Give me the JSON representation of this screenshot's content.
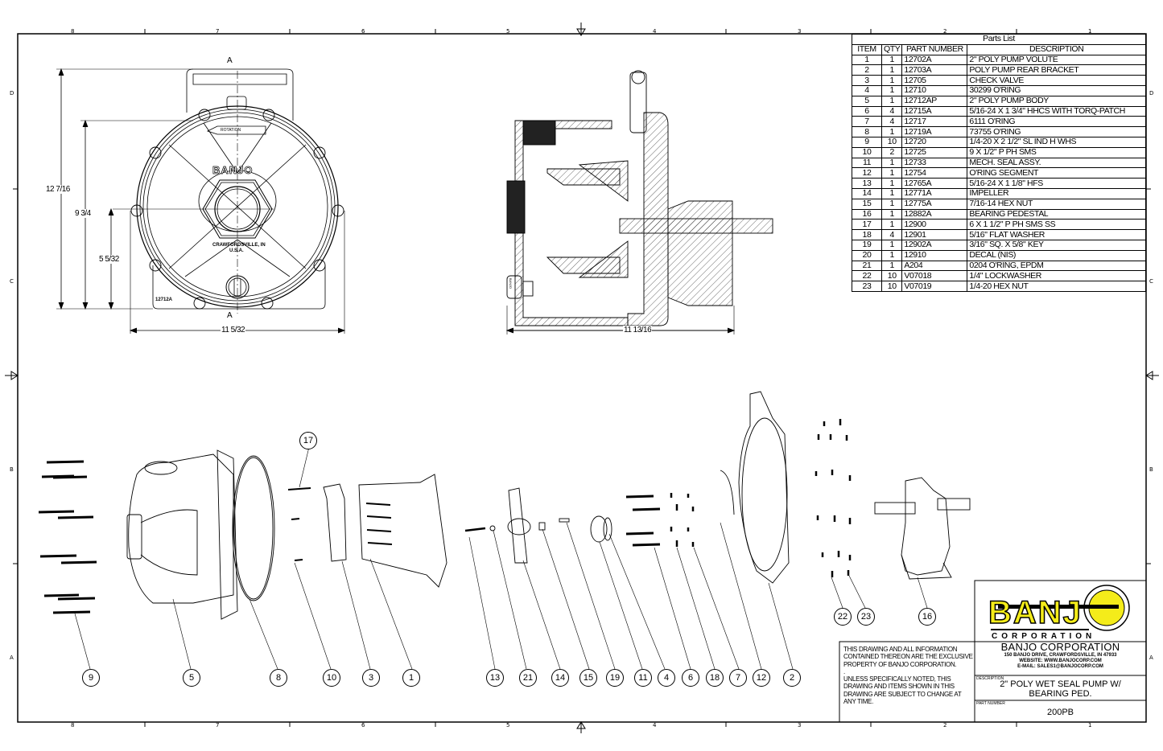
{
  "border": {
    "columns": [
      "8",
      "7",
      "6",
      "5",
      "4",
      "3",
      "2",
      "1"
    ],
    "rows": [
      "D",
      "C",
      "B",
      "A"
    ]
  },
  "front_view": {
    "section_label_top": "A",
    "section_label_bottom": "A",
    "dim_overall_height": "12 7/16",
    "dim_flange_height": "9 3/4",
    "dim_center_height": "5 5/32",
    "dim_width": "11 5/32",
    "casting_part_no": "12712A",
    "casting_logo": "BANJO",
    "casting_rotation": "ROTATION",
    "casting_location": "CRAWFORDSVILLE, IN",
    "casting_country": "U.S.A."
  },
  "section_view": {
    "dim_length": "11 13/16",
    "cap_label": "BANJO"
  },
  "parts_list": {
    "title": "Parts List",
    "headers": [
      "ITEM",
      "QTY",
      "PART NUMBER",
      "DESCRIPTION"
    ],
    "rows": [
      {
        "item": "1",
        "qty": "1",
        "part": "12702A",
        "desc": "2\" POLY PUMP VOLUTE"
      },
      {
        "item": "2",
        "qty": "1",
        "part": "12703A",
        "desc": "POLY PUMP REAR BRACKET"
      },
      {
        "item": "3",
        "qty": "1",
        "part": "12705",
        "desc": "CHECK VALVE"
      },
      {
        "item": "4",
        "qty": "1",
        "part": "12710",
        "desc": "30299 O'RING"
      },
      {
        "item": "5",
        "qty": "1",
        "part": "12712AP",
        "desc": "2\" POLY PUMP BODY"
      },
      {
        "item": "6",
        "qty": "4",
        "part": "12715A",
        "desc": "5/16-24 X 1 3/4\" HHCS WITH TORQ-PATCH"
      },
      {
        "item": "7",
        "qty": "4",
        "part": "12717",
        "desc": "6111 O'RING"
      },
      {
        "item": "8",
        "qty": "1",
        "part": "12719A",
        "desc": "73755 O'RING"
      },
      {
        "item": "9",
        "qty": "10",
        "part": "12720",
        "desc": "1/4-20 X 2 1/2\" SL IND H WHS"
      },
      {
        "item": "10",
        "qty": "2",
        "part": "12725",
        "desc": "9 X 1/2\" P PH SMS"
      },
      {
        "item": "11",
        "qty": "1",
        "part": "12733",
        "desc": "MECH. SEAL ASSY."
      },
      {
        "item": "12",
        "qty": "1",
        "part": "12754",
        "desc": "O'RING SEGMENT"
      },
      {
        "item": "13",
        "qty": "1",
        "part": "12765A",
        "desc": "5/16-24 X 1 1/8\" HFS"
      },
      {
        "item": "14",
        "qty": "1",
        "part": "12771A",
        "desc": "IMPELLER"
      },
      {
        "item": "15",
        "qty": "1",
        "part": "12775A",
        "desc": "7/16-14 HEX NUT"
      },
      {
        "item": "16",
        "qty": "1",
        "part": "12882A",
        "desc": "BEARING PEDESTAL"
      },
      {
        "item": "17",
        "qty": "1",
        "part": "12900",
        "desc": "6 X 1 1/2\" P PH SMS SS"
      },
      {
        "item": "18",
        "qty": "4",
        "part": "12901",
        "desc": "5/16\" FLAT WASHER"
      },
      {
        "item": "19",
        "qty": "1",
        "part": "12902A",
        "desc": "3/16\" SQ. X 5/8\" KEY"
      },
      {
        "item": "20",
        "qty": "1",
        "part": "12910",
        "desc": "DECAL (NIS)"
      },
      {
        "item": "21",
        "qty": "1",
        "part": "A204",
        "desc": "0204 O'RING, EPDM"
      },
      {
        "item": "22",
        "qty": "10",
        "part": "V07018",
        "desc": "1/4\" LOCKWASHER"
      },
      {
        "item": "23",
        "qty": "10",
        "part": "V07019",
        "desc": "1/4-20 HEX NUT"
      }
    ]
  },
  "balloons": [
    "9",
    "5",
    "8",
    "10",
    "3",
    "1",
    "17",
    "13",
    "21",
    "14",
    "15",
    "19",
    "11",
    "4",
    "6",
    "18",
    "7",
    "12",
    "2",
    "22",
    "23",
    "16"
  ],
  "title_block": {
    "logo_text": "BANJO",
    "logo_sub": "CORPORATION",
    "company": "BANJO CORPORATION",
    "address": "150 BANJO DRIVE, CRAWFORDSVILLE, IN 47933",
    "website": "WEBSITE: WWW.BANJOCORP.COM",
    "email": "E-MAIL: SALES1@BANJOCORP.COM",
    "description_label": "DESCRIPTION",
    "description_line1": "2\" POLY WET SEAL PUMP W/",
    "description_line2": "BEARING PED.",
    "part_number_label": "PART NUMBER",
    "part_number": "200PB",
    "notice1": "THIS DRAWING AND ALL INFORMATION CONTAINED THEREON ARE THE EXCLUSIVE PROPERTY OF BANJO CORPORATION.",
    "notice_dot": ".",
    "notice2": "UNLESS SPECIFICALLY NOTED, THIS DRAWING AND ITEMS SHOWN IN THIS DRAWING ARE SUBJECT TO CHANGE AT ANY TIME."
  },
  "colors": {
    "logo_yellow": "#f4ec1a",
    "line": "#000000"
  }
}
